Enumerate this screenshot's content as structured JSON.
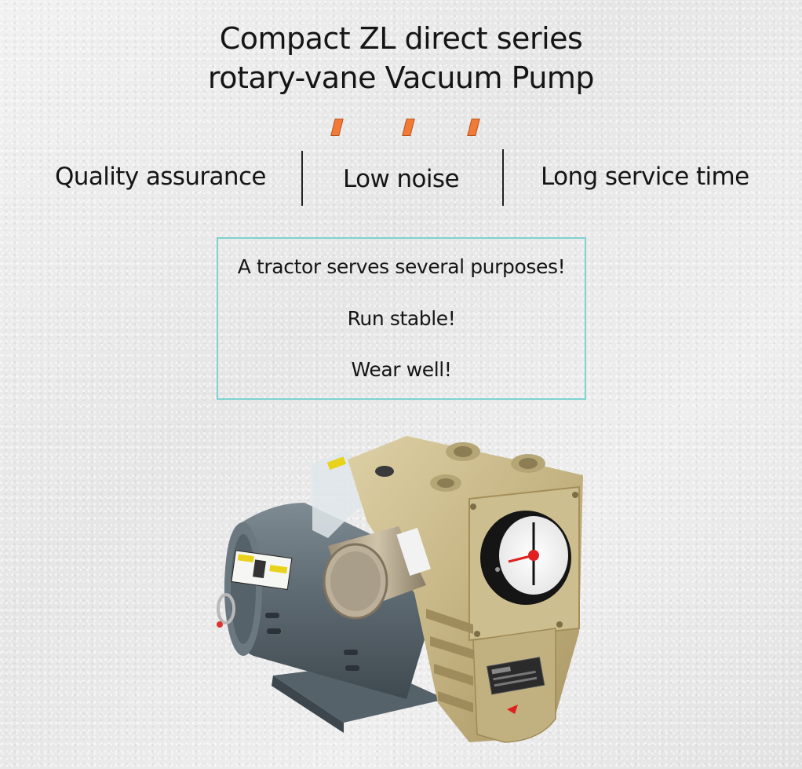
{
  "header": {
    "title_line1": "Compact ZL direct series",
    "title_line2": "rotary-vane Vacuum Pump"
  },
  "accent_marks": {
    "color": "#f07a36",
    "count": 3
  },
  "features": [
    {
      "label": "Quality assurance"
    },
    {
      "label": "Low noise"
    },
    {
      "label": "Long service time"
    }
  ],
  "info_box": {
    "border_color": "#7ed3d0",
    "lines": [
      "A tractor serves several purposes!",
      "Run stable!",
      "Wear well!"
    ]
  },
  "product_image": {
    "subject": "rotary-vane vacuum pump with grey electric motor, beige pump housing, filter canister and vacuum pressure gauge",
    "motor_color": "#5e6a72",
    "housing_color": "#c9b98a",
    "gauge_needle_color": "#e02020"
  }
}
